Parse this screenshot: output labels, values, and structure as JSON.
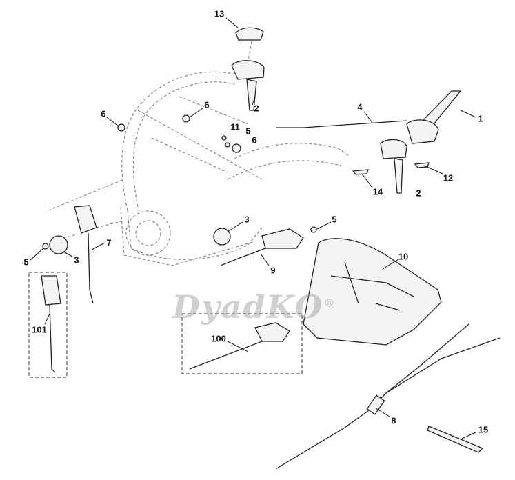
{
  "diagram": {
    "watermark": "DyadKO",
    "watermark_mark": "®",
    "callouts": [
      "13",
      "2",
      "6",
      "6",
      "4",
      "1",
      "11",
      "5",
      "6",
      "12",
      "14",
      "2",
      "5",
      "3",
      "7",
      "5",
      "3",
      "10",
      "9",
      "101",
      "100",
      "8",
      "15"
    ]
  }
}
